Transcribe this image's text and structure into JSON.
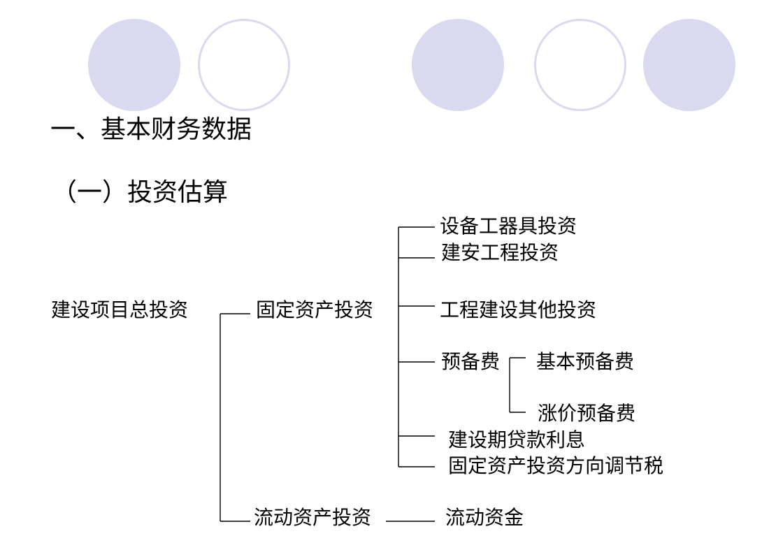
{
  "slide": {
    "heading": "一、基本财务数据",
    "subheading": "（一）投资估算"
  },
  "diagram": {
    "root": "建设项目总投资",
    "fixed_investment": {
      "label": "固定资产投资",
      "items": [
        "设备工器具投资",
        "建安工程投资",
        "工程建设其他投资",
        "预备费",
        "建设期贷款利息",
        "固定资产投资方向调节税"
      ],
      "reserve_items": [
        "基本预备费",
        "涨价预备费"
      ]
    },
    "current_investment": {
      "label": "流动资产投资",
      "items": [
        "流动资金"
      ]
    }
  },
  "colors": {
    "circle": "#d9d9ef",
    "text": "#000000",
    "line": "#000000"
  }
}
